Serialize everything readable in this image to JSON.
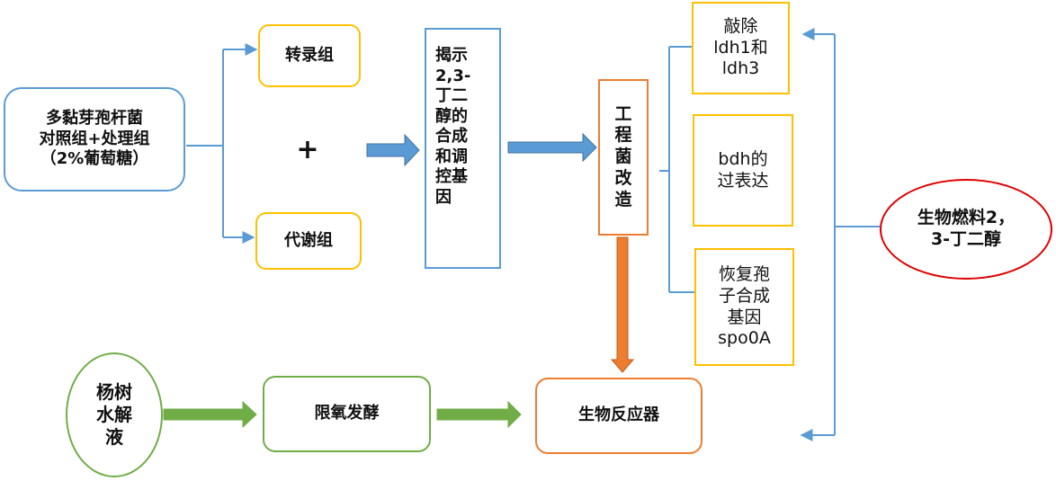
{
  "colors": {
    "blue_border": "#5B9BD5",
    "yellow_border": "#FFC000",
    "orange_border": "#ED7D31",
    "green_border": "#70AD47",
    "red_border": "#E00000",
    "blue_arrow": "#5B9BD5",
    "orange_arrow": "#ED7D31",
    "green_arrow": "#70AD47"
  },
  "nodes": {
    "source": [
      "多黏芽孢杆菌",
      "对照组+处理组",
      "（2%葡萄糖）"
    ],
    "transcriptome": [
      "转录组"
    ],
    "plus": "+",
    "metabolome": [
      "代谢组"
    ],
    "reveal": [
      "揭示",
      "2,3-",
      "丁二",
      "醇的",
      "合成",
      "和调",
      "控基",
      "因"
    ],
    "engineering": [
      "工",
      "程",
      "菌",
      "改",
      "造"
    ],
    "knockout": [
      "敲除",
      "ldh1和",
      "ldh3"
    ],
    "overexpress": [
      "bdh的",
      "过表达"
    ],
    "restore": [
      "恢复孢",
      "子合成",
      "基因",
      "spo0A"
    ],
    "product": [
      "生物燃料2，",
      "3-丁二醇"
    ],
    "poplar": [
      "杨树",
      "水解",
      "液"
    ],
    "fermentation": [
      "限氧发酵"
    ],
    "bioreactor": [
      "生物反应器"
    ]
  }
}
